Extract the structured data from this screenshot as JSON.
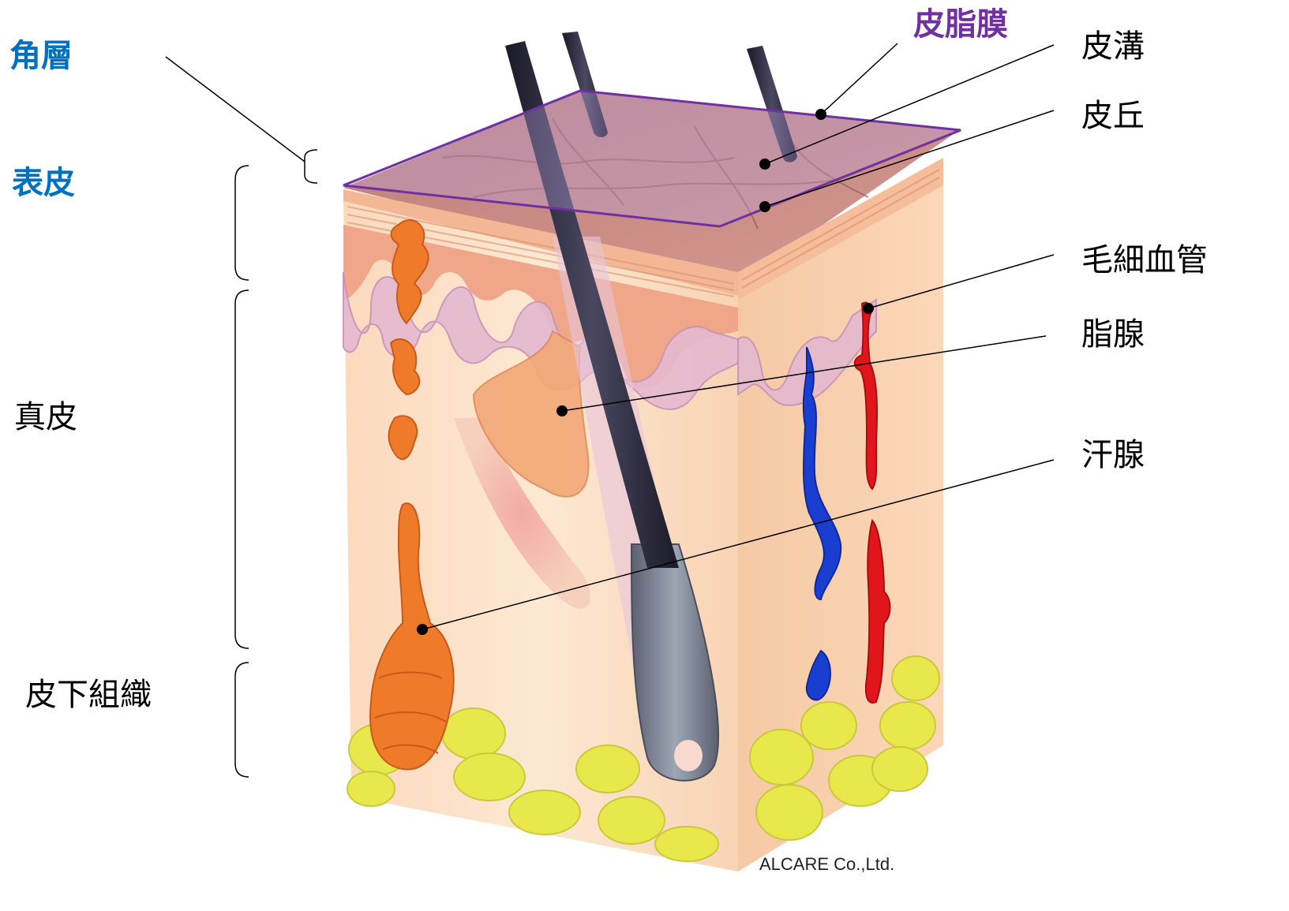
{
  "left_labels": {
    "stratum_corneum": "角層",
    "epidermis": "表皮",
    "dermis": "真皮",
    "subcutaneous": "皮下組織"
  },
  "right_labels": {
    "sebum_film": "皮脂膜",
    "skin_furrow": "皮溝",
    "skin_ridge": "皮丘",
    "capillary": "毛細血管",
    "sebaceous_gland": "脂腺",
    "sweat_gland": "汗腺"
  },
  "credit": "ALCARE Co.,Ltd.",
  "colors": {
    "blue_label": "#0070c0",
    "purple_label": "#7030a0",
    "black_label": "#000000",
    "artery": "#e0161b",
    "vein": "#1a3fd0",
    "hair": "#2a2838",
    "sweat_gland": "#ef7a2a",
    "fat": "#e6e64a",
    "skin_surface": "#c98a86"
  }
}
